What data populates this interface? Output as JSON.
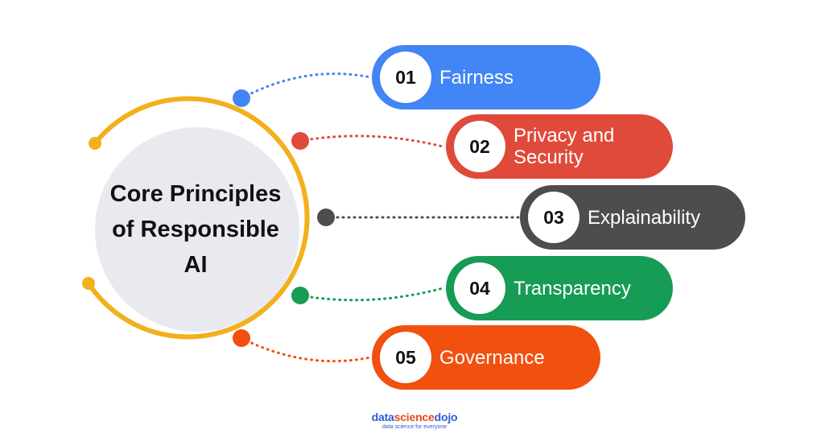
{
  "center": {
    "title": "Core Principles of Responsible AI"
  },
  "principles": [
    {
      "number": "01",
      "label": "Fairness",
      "color": "#4285f4"
    },
    {
      "number": "02",
      "label": "Privacy and Security",
      "color": "#e04a3a"
    },
    {
      "number": "03",
      "label": "Explainability",
      "color": "#4d4d4d"
    },
    {
      "number": "04",
      "label": "Transparency",
      "color": "#169c55"
    },
    {
      "number": "05",
      "label": "Governance",
      "color": "#f2500f"
    }
  ],
  "colors": {
    "ring": "#f2b01c",
    "center_fill": "#e9eaf0"
  },
  "logo": {
    "brand_part1": "data",
    "brand_part2": "science",
    "brand_part3": "dojo",
    "tagline": "data science for everyone"
  }
}
